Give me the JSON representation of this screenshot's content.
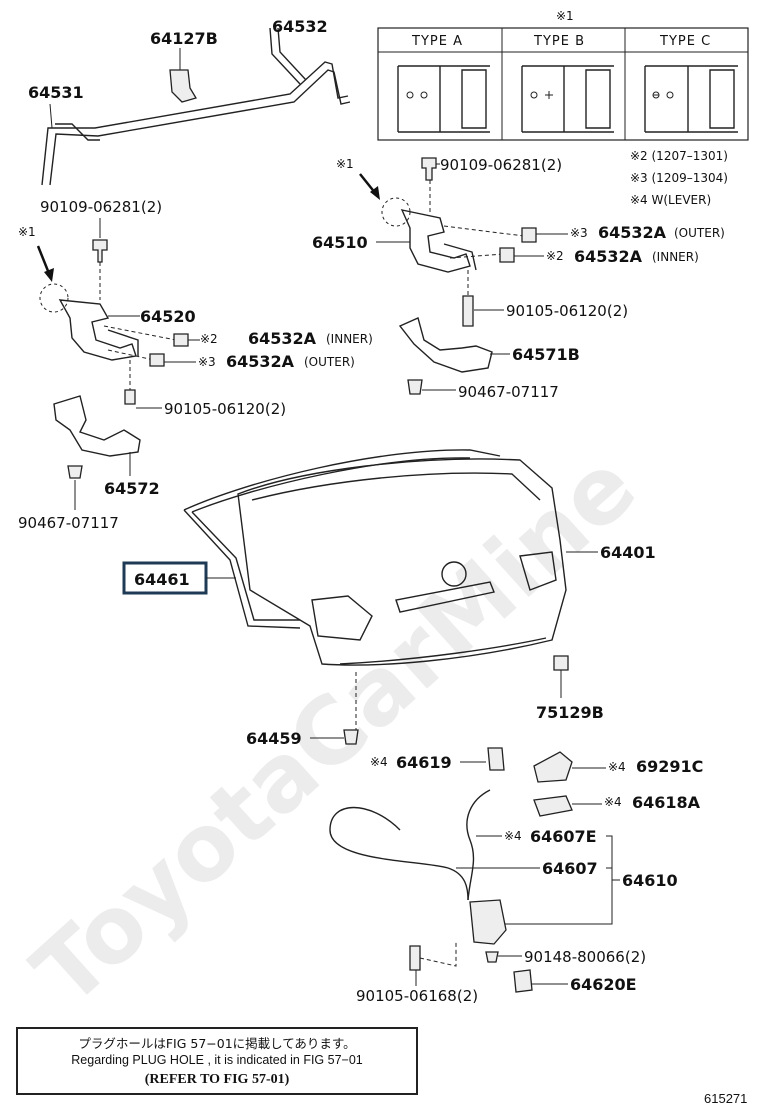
{
  "watermark": "ToyotaCarMine",
  "legend": {
    "mark": "※1",
    "types": [
      "TYPE  A",
      "TYPE  B",
      "TYPE  C"
    ],
    "notes": [
      "※2 (1207–1301)",
      "※3 (1209–1304)",
      "※4 W(LEVER)"
    ]
  },
  "callouts": {
    "p64127B": "64127B",
    "p64532": "64532",
    "p64531": "64531",
    "b06281_l": "90109-06281(2)",
    "b06281_r": "90109-06281(2)",
    "mark1_l": "※1",
    "mark1_r": "※1",
    "p64510": "64510",
    "p64520": "64520",
    "m3_top": "※3",
    "p64532A_outer_top": "64532A",
    "outer_top_tag": "(OUTER)",
    "m2_top": "※2",
    "p64532A_inner_top": "64532A",
    "inner_top_tag": "(INNER)",
    "m2_left": "※2",
    "p64532A_inner_left": "64532A",
    "inner_left_tag": "(INNER)",
    "m3_left": "※3",
    "p64532A_outer_left": "64532A",
    "outer_left_tag": "(OUTER)",
    "b06120_r": "90105-06120(2)",
    "b06120_l": "90105-06120(2)",
    "p64571B": "64571B",
    "c07117_r": "90467-07117",
    "c07117_l": "90467-07117",
    "p64572": "64572",
    "p64461": "64461",
    "p64401": "64401",
    "p75129B": "75129B",
    "p64459": "64459",
    "m4_a": "※4",
    "p64619": "64619",
    "m4_b": "※4",
    "p69291C": "69291C",
    "m4_c": "※4",
    "p64618A": "64618A",
    "m4_d": "※4",
    "p64607E": "64607E",
    "p64607": "64607",
    "p64610": "64610",
    "s80066": "90148-80066(2)",
    "p64620E": "64620E",
    "b06168": "90105-06168(2)"
  },
  "note": {
    "line1": "プラグホールはFIG 57−01に掲載してあります。",
    "line2": "Regarding  PLUG  HOLE , it is indicated in  FIG  57−01",
    "line3": "(REFER  TO  FIG  57-01)"
  },
  "figure_number": "615271"
}
